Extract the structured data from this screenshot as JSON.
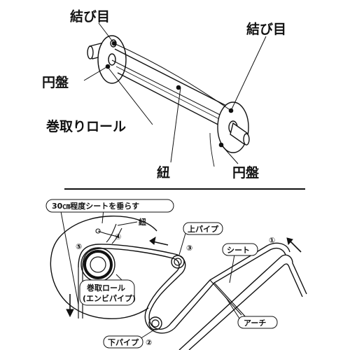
{
  "top_diagram": {
    "knot_left": "結び目",
    "knot_right": "結び目",
    "disc_left": "円盤",
    "roll": "巻取りロール",
    "string": "紐",
    "disc_right": "円盤"
  },
  "bottom_diagram": {
    "hang_note": "30㎝程度シートを垂らす",
    "string": "紐",
    "upper_pipe": "上パイプ",
    "sheet": "シート",
    "roll_line1": "巻取ロール",
    "roll_line2": "(エンビパイプ)",
    "arch": "アーチ",
    "lower_pipe": "下パイプ",
    "steps": [
      "①",
      "②",
      "③",
      "④",
      "⑤"
    ]
  }
}
